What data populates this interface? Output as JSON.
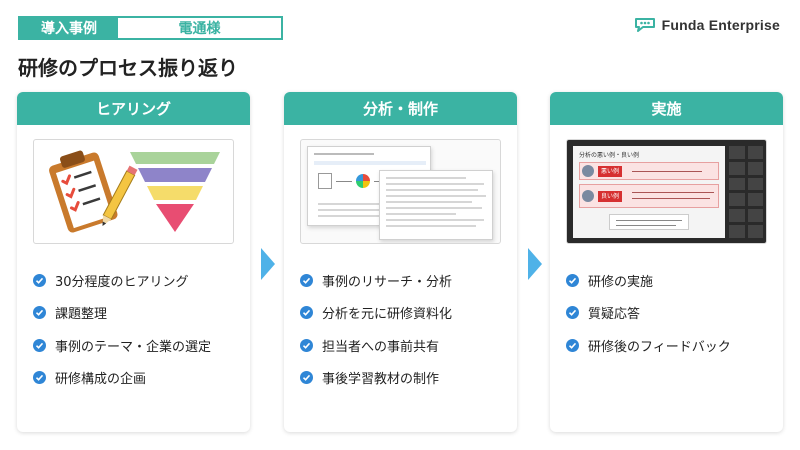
{
  "header": {
    "tag_label": "導入事例",
    "tag_client": "電通様",
    "brand_name": "Funda Enterprise",
    "page_title": "研修のプロセス振り返り"
  },
  "colors": {
    "accent": "#3bb3a3",
    "check": "#2f86d6",
    "arrow": "#4fb2e8"
  },
  "cards": [
    {
      "title": "ヒアリング",
      "image": "clipboard-funnel-illustration",
      "items": [
        "30分程度のヒアリング",
        "課題整理",
        "事例のテーマ・企業の選定",
        "研修構成の企画"
      ]
    },
    {
      "title": "分析・制作",
      "image": "analysis-document-screenshots",
      "items": [
        "事例のリサーチ・分析",
        "分析を元に研修資料化",
        "担当者への事前共有",
        "事後学習教材の制作"
      ]
    },
    {
      "title": "実施",
      "image": "training-screen-photo",
      "items": [
        "研修の実施",
        "質疑応答",
        "研修後のフィードバック"
      ]
    }
  ],
  "slide_preview": {
    "title": "分析の悪い例・良い例",
    "bad_label": "悪い例",
    "good_label": "良い例"
  }
}
